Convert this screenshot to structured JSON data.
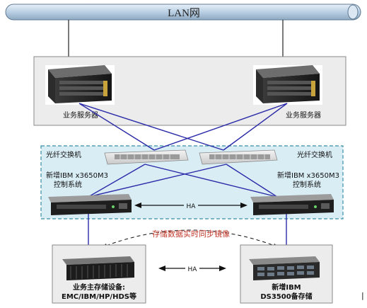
{
  "lan": {
    "label": "LAN网"
  },
  "business_servers": {
    "left_label": "业务服务器",
    "right_label": "业务服务器"
  },
  "fc_switches": {
    "left_label": "光纤交换机",
    "right_label": "光纤交换机"
  },
  "control_systems": {
    "left_line1": "新增IBM x3650M3",
    "left_line2": "控制系统",
    "right_line1": "新增IBM x3650M3",
    "right_line2": "控制系统",
    "ha_label": "HA"
  },
  "storage": {
    "mirror_label": "存储数据实时同步镜像",
    "primary_line1": "业务主存储设备:",
    "primary_line2": "EMC/IBM/HP/HDS等",
    "backup_line1": "新增IBM",
    "backup_line2": "DS3500备存储",
    "ha_label": "HA"
  },
  "stray_mark": "|",
  "colors": {
    "link": "#2a2aa8",
    "server_zone_bg": "#ececec",
    "control_zone_bg": "#d9edf5",
    "control_zone_border": "#3b8fa8",
    "lan_bar": "#c4d8ea"
  }
}
